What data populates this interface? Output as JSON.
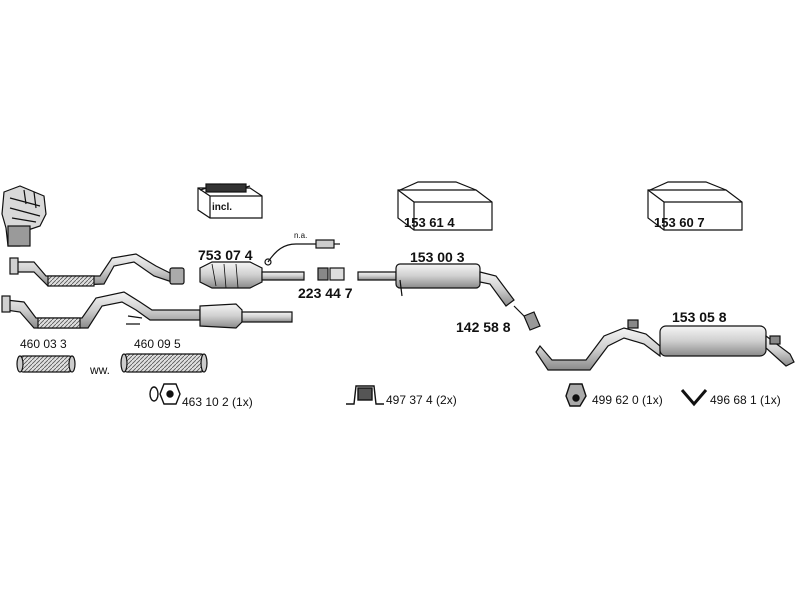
{
  "parts": {
    "kit_incl": "incl.",
    "catalyst": "753 07 4",
    "sensor_note": "n.a.",
    "clamp_223": "223 44 7",
    "kit_1": "153 61 4",
    "middle_silencer": "153 00 3",
    "kit_2": "153 60 7",
    "connector_142": "142 58 8",
    "rear_silencer": "153 05 8",
    "flex_1": "460 03 3",
    "flex_2": "460 09 5",
    "alt_note": "ww.",
    "gasket": "463 10 2 (1x)",
    "mount_497": "497 37 4 (2x)",
    "mount_499": "499 62 0  (1x)",
    "mount_496": "496 68 1 (1x)"
  },
  "colors": {
    "line": "#111111",
    "pipe_fill": "#e8e8e8",
    "shade": "#9a9a9a",
    "dark": "#555555"
  }
}
